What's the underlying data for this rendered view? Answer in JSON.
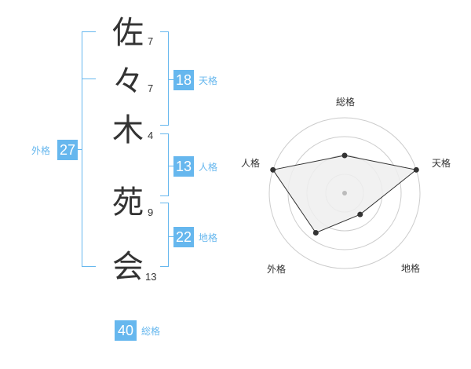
{
  "name": {
    "chars": [
      {
        "char": "佐",
        "strokes": "7"
      },
      {
        "char": "々",
        "strokes": "7"
      },
      {
        "char": "木",
        "strokes": "4"
      },
      {
        "char": "苑",
        "strokes": "9"
      },
      {
        "char": "会",
        "strokes": "13"
      }
    ]
  },
  "kakusu": {
    "tenkaku": {
      "value": "18",
      "label": "天格"
    },
    "jinkaku": {
      "value": "13",
      "label": "人格"
    },
    "chikaku": {
      "value": "22",
      "label": "地格"
    },
    "gaikaku": {
      "value": "27",
      "label": "外格"
    },
    "soukaku": {
      "value": "40",
      "label": "総格"
    }
  },
  "chart_data": {
    "type": "radar",
    "axes": [
      "総格",
      "天格",
      "地格",
      "外格",
      "人格"
    ],
    "values": [
      0.5,
      1.0,
      0.35,
      0.65,
      1.0
    ],
    "range": [
      0,
      1
    ],
    "rings": 4,
    "colors": {
      "fill": "#eeeeee",
      "line": "#333333",
      "grid": "#cccccc",
      "center": "#bbbbbb"
    }
  },
  "colors": {
    "accent": "#66b7ee",
    "text": "#333333"
  }
}
